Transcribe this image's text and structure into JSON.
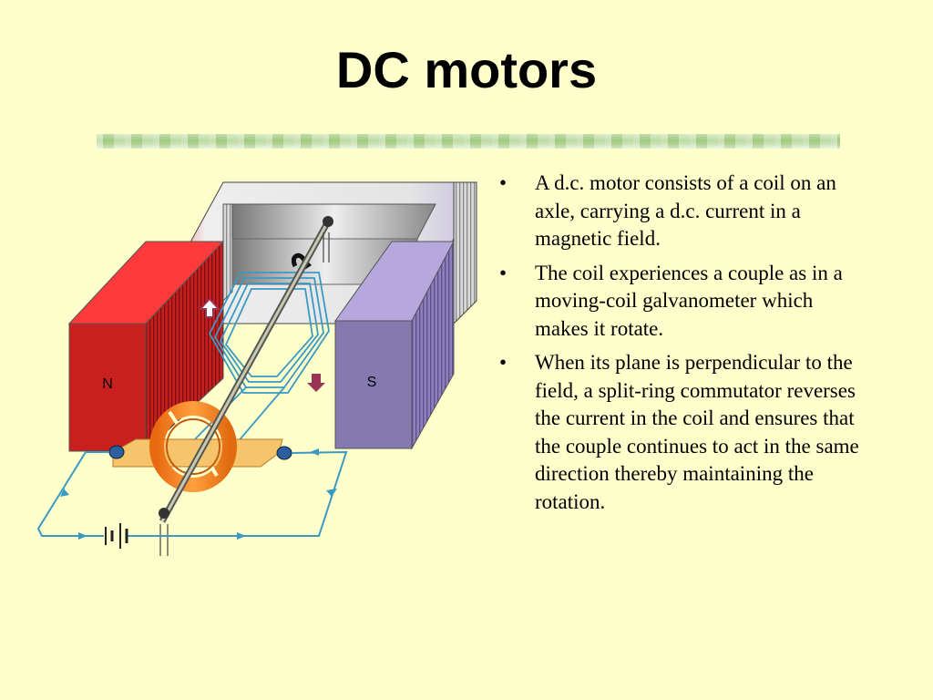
{
  "slide": {
    "title": "DC motors",
    "bullets": [
      "A d.c. motor consists of a coil on an axle, carrying a d.c. current in a magnetic field.",
      "The coil experiences a couple as in a moving-coil galvanometer which makes it rotate.",
      "When its plane is perpendicular to the field, a split-ring commutator reverses the current in the coil and ensures that the couple continues to act in the same direction thereby maintaining the rotation."
    ]
  },
  "diagram": {
    "north_pole_label": "N",
    "south_pole_label": "S",
    "colors": {
      "background": "#ffffcc",
      "north_pole": "#dd2222",
      "south_pole": "#9a8bc4",
      "coil_wire": "#4aa3c8",
      "commutator": "#f28a28",
      "brushes": "#f6c46a",
      "force_arrow": "#993355"
    }
  }
}
